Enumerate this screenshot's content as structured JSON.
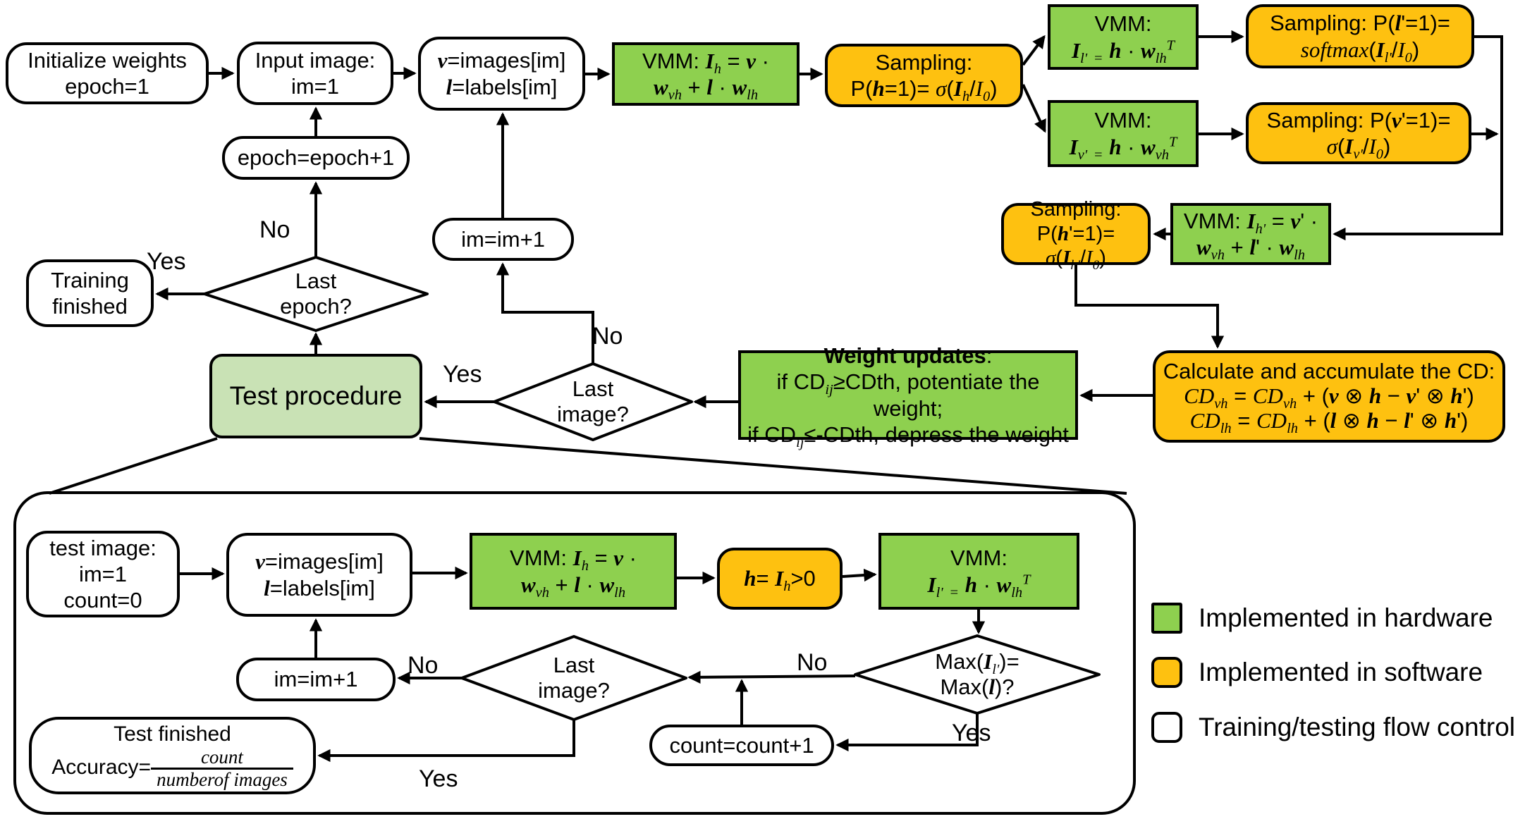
{
  "colors": {
    "hardware_green": "#8ed04f",
    "software_orange": "#fec110",
    "test_procedure_green": "#c9e2b5",
    "stroke": "#000000",
    "background": "#ffffff"
  },
  "labels": {
    "yes": "Yes",
    "no": "No"
  },
  "legend": {
    "hardware": "Implemented in hardware",
    "software": "Implemented in software",
    "flow_control": "Training/testing flow control"
  },
  "nodes": {
    "init": {
      "l1": "Initialize weights",
      "l2": "epoch=1"
    },
    "input_image": {
      "l1": "Input image:",
      "l2": "im=1"
    },
    "load": {
      "l1": "<bi>v</bi>=images[im]",
      "l2": "<bi>l</bi>=labels[im]"
    },
    "vmm_h": {
      "l1": "VMM: <bi>I</bi><sub>h</sub> = <bi>v</bi> ·",
      "l2": "<bi>w</bi><sub>vh</sub> + <bi>l</bi> · <bi>w</bi><sub>lh</sub>"
    },
    "sampling_h": {
      "l1": "Sampling:",
      "l2": "P(<bi>h</bi>=1)= <mi>σ</mi>(<bi>I</bi><sub>h</sub>/<mi>I</mi><sub>0</sub>)"
    },
    "vmm_lp": {
      "l1": "VMM:",
      "l2": "<bi>I</bi><sub>l'</sub> <sub>=</sub> <bi>h</bi> · <bi>w</bi><sub>lh</sub><sup>T</sup>"
    },
    "sampling_lp": {
      "l1": "Sampling: P(<bi>l</bi>'=1)=",
      "l2": "<mi>softmax</mi>(<bi>I</bi><sub>l'</sub>/<mi>I</mi><sub>0</sub>)"
    },
    "vmm_vp": {
      "l1": "VMM:",
      "l2": "<bi>I</bi><sub>v'</sub> <sub>=</sub> <bi>h</bi> · <bi>w</bi><sub>vh</sub><sup>T</sup>"
    },
    "sampling_vp": {
      "l1": "Sampling: P(<bi>v</bi>'=1)=",
      "l2": "<mi>σ</mi>(<bi>I</bi><sub>v'</sub>/<mi>I</mi><sub>0</sub>)"
    },
    "sampling_hp": {
      "l1": "Sampling: P(<bi>h</bi>'=1)=",
      "l2": "<mi>σ</mi>(<bi>I</bi><sub>h'</sub>/<mi>I</mi><sub>0</sub>)"
    },
    "vmm_hp": {
      "l1": "VMM: <bi>I</bi><sub>h'</sub> = <bi>v</bi>' ·",
      "l2": "<bi>w</bi><sub>vh</sub> + <bi>l</bi>' · <bi>w</bi><sub>lh</sub>"
    },
    "calc_cd": {
      "l1": "Calculate and accumulate the CD:",
      "l2": "<mi>CD</mi><sub>vh</sub> = <mi>CD</mi><sub>vh</sub> + (<bi>v</bi> ⊗ <bi>h</bi> − <bi>v</bi>' ⊗ <bi>h</bi>')",
      "l3": "<mi>CD</mi><sub>lh</sub> = <mi>CD</mi><sub>lh</sub> + (<bi>l</bi> ⊗ <bi>h</bi> − <bi>l</bi>' ⊗ <bi>h</bi>')"
    },
    "weight_updates": {
      "l1": "<span class='bold-title'>Weight updates</span>:",
      "l2": "if CD<sub>ij</sub>≥CDth, potentiate the weight;",
      "l3": "if CD<sub>ij</sub>≤-CDth, depress the weight"
    },
    "last_image": {
      "l1": "Last",
      "l2": "image?"
    },
    "im_inc": {
      "l1": "im=im+1"
    },
    "epoch_inc": {
      "l1": "epoch=epoch+1"
    },
    "last_epoch": {
      "l1": "Last",
      "l2": "epoch?"
    },
    "training_finished": {
      "l1": "Training",
      "l2": "finished"
    },
    "test_procedure": {
      "l1": "Test procedure"
    },
    "test_image": {
      "l1": "test image:",
      "l2": "im=1",
      "l3": "count=0"
    },
    "load2": {
      "l1": "<bi>v</bi>=images[im]",
      "l2": "<bi>l</bi>=labels[im]"
    },
    "vmm_h_test": {
      "l1": "VMM: <bi>I</bi><sub>h</sub> = <bi>v</bi> ·",
      "l2": "<bi>w</bi><sub>vh</sub> + <bi>l</bi> · <bi>w</bi><sub>lh</sub>"
    },
    "threshold": {
      "l1": "<bi>h</bi>= <bi>I</bi><sub>h</sub>>0"
    },
    "vmm_lp_test": {
      "l1": "VMM:",
      "l2": "<bi>I</bi><sub>l'</sub> <sub>=</sub> <bi>h</bi> · <bi>w</bi><sub>lh</sub><sup>T</sup>"
    },
    "max_check": {
      "l1": "Max(<bi>I</bi><sub>l'</sub>)=",
      "l2": "Max(<bi>l</bi>)?"
    },
    "last_image2": {
      "l1": "Last",
      "l2": "image?"
    },
    "im_inc2": {
      "l1": "im=im+1"
    },
    "count_inc": {
      "l1": "count=count+1"
    },
    "test_finished": {
      "l1": "Test finished",
      "l2": "Accuracy=<span class='frac'><span class='fnum'><mi>count</mi></span><span class='fden'><mi>numberof images</mi></span></span>"
    }
  }
}
